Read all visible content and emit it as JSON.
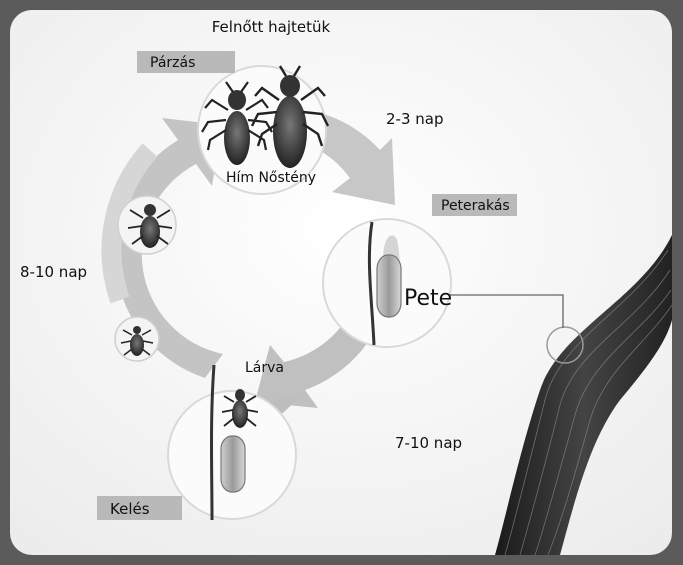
{
  "labels": {
    "adults": "Felnőtt hajtetük",
    "mating": "Párzás",
    "male_female": "Hím Nőstény",
    "duration_egg_laying": "2-3 nap",
    "egg_laying": "Peterakás",
    "egg": "Pete",
    "duration_hatching": "7-10 nap",
    "larva": "Lárva",
    "hatching": "Kelés",
    "duration_growth": "8-10 nap"
  },
  "colors": {
    "frame": "#5b5b5b",
    "panel": "#ffffff",
    "arrow": "#c2c2c2",
    "tag": "#b9b9b9",
    "text": "#111111"
  }
}
